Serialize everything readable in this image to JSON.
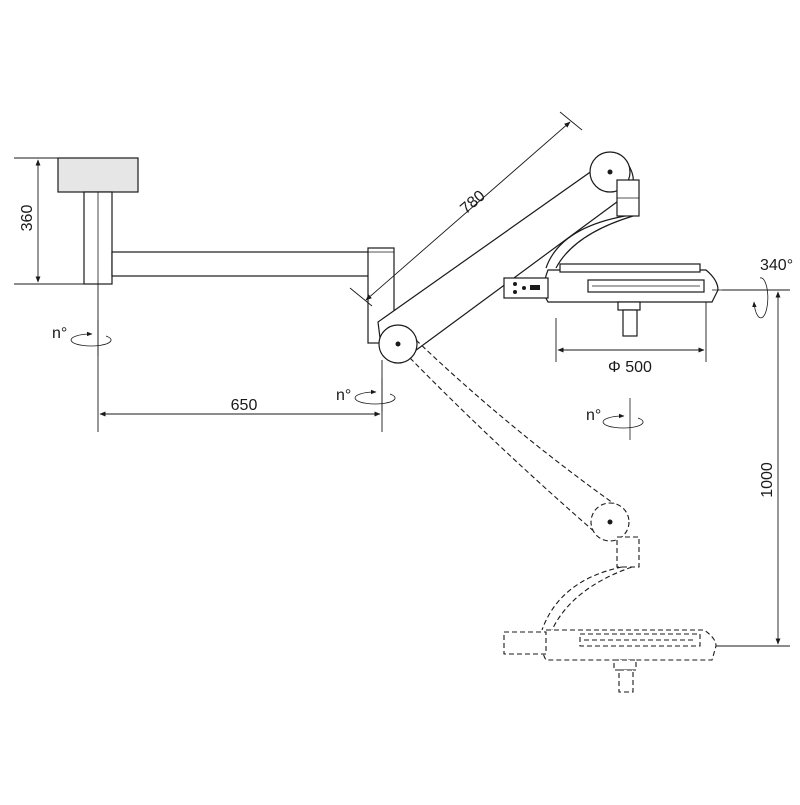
{
  "dimensions": {
    "mount_height": "360",
    "arm_length_1": "650",
    "arm_length_2": "780",
    "head_diameter": "Φ 500",
    "vertical_travel": "1000"
  },
  "rotations": {
    "mount_rotation": "n°",
    "joint_rotation": "n°",
    "head_rotation": "n°",
    "head_tilt": "340°"
  }
}
